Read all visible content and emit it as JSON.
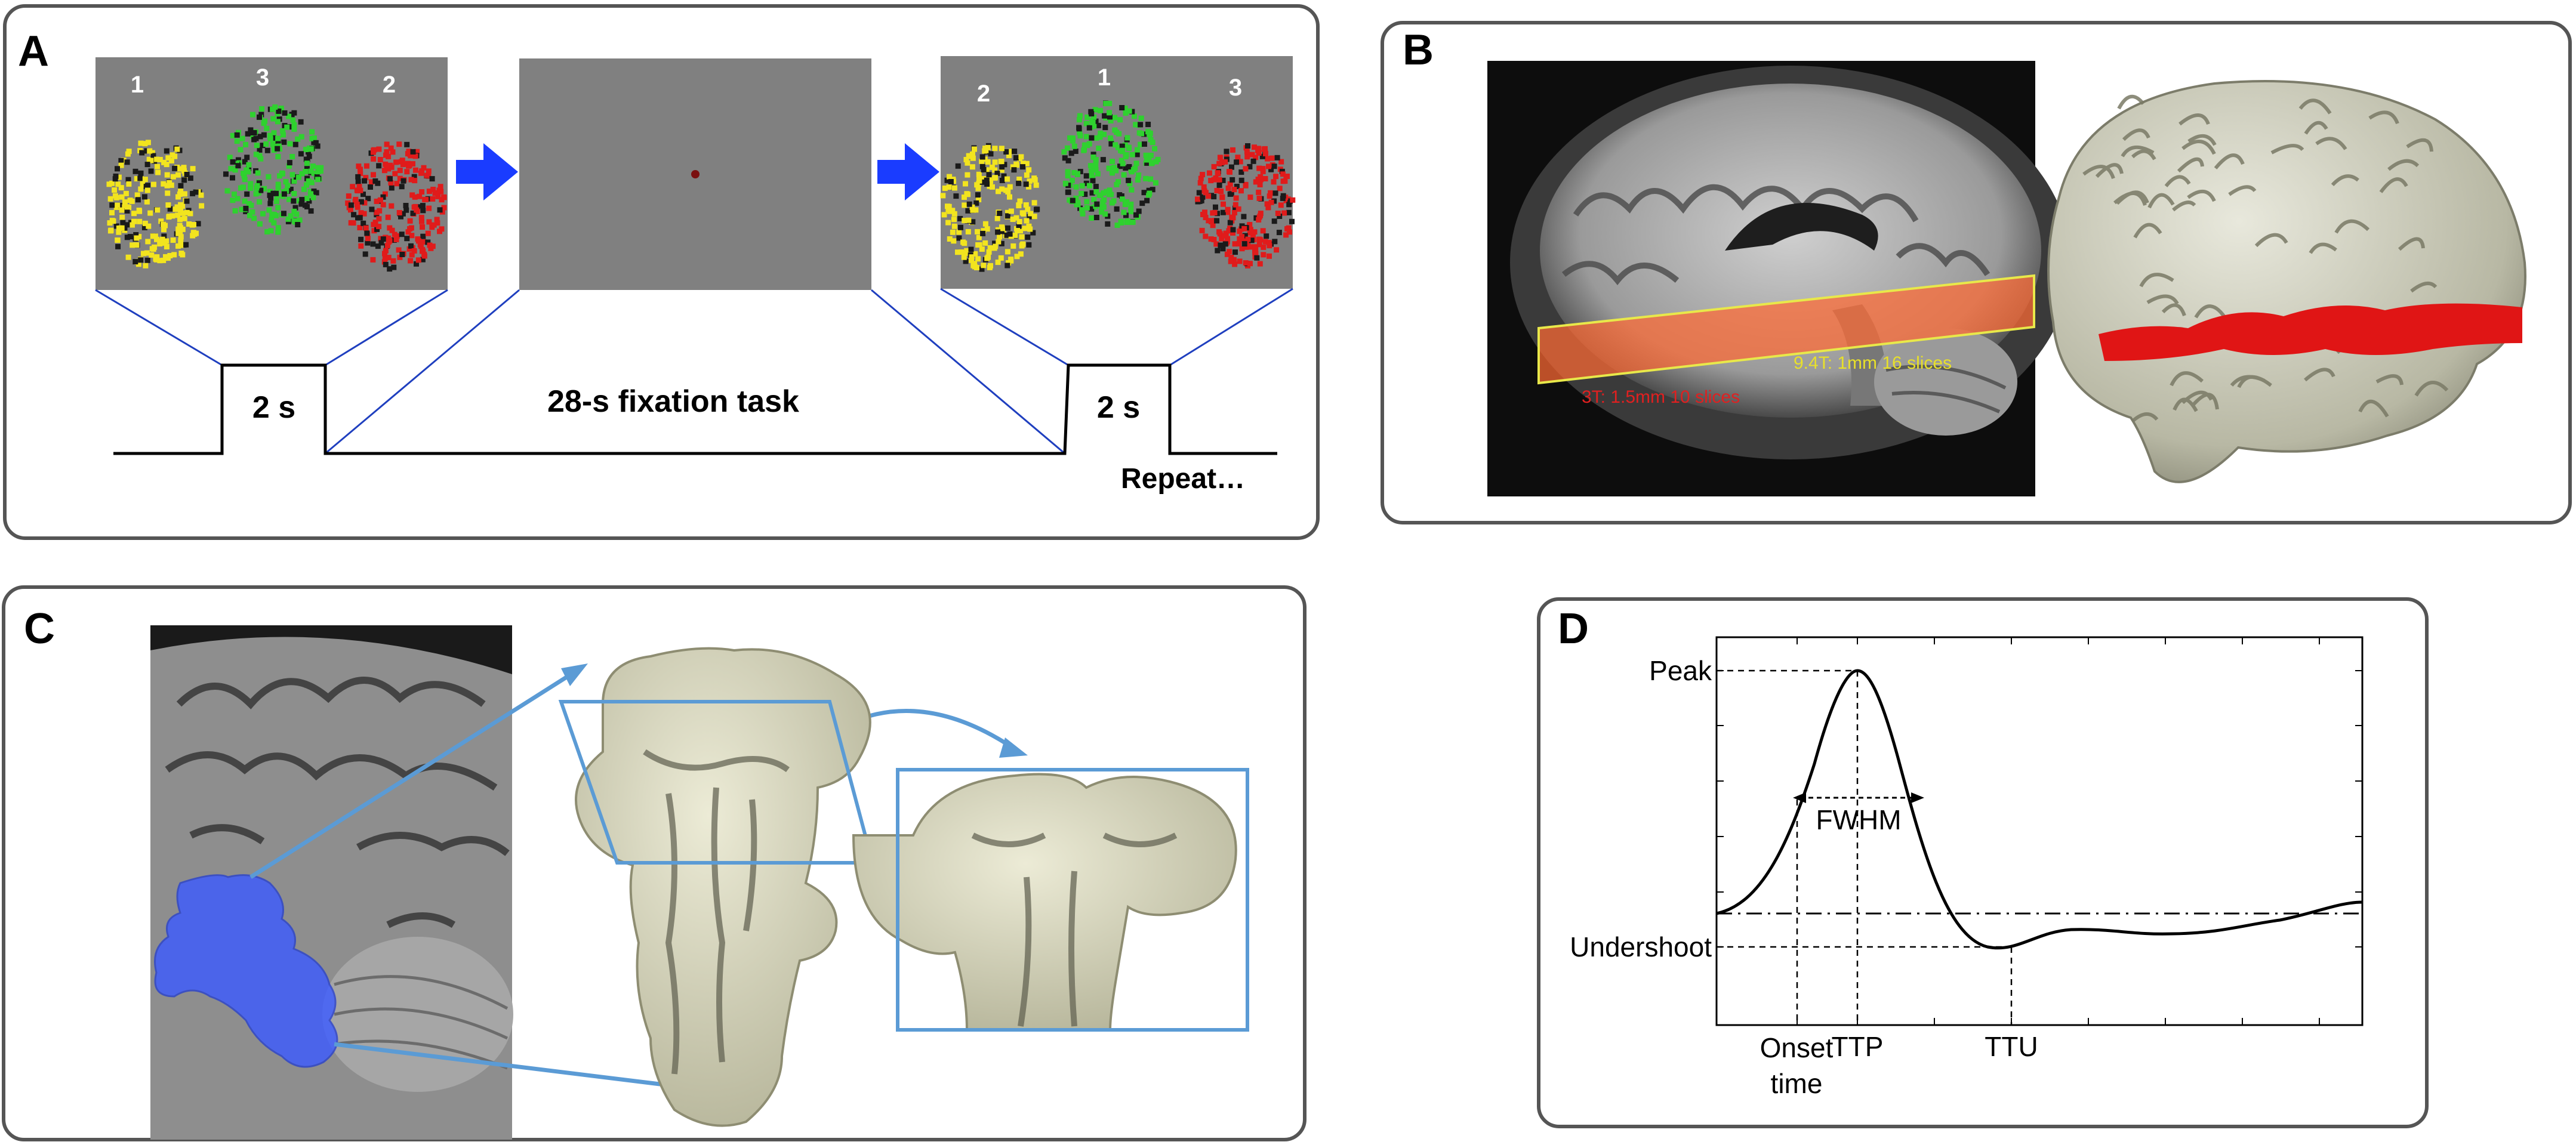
{
  "panels": {
    "a": {
      "letter": "A",
      "stimulus_numbers_first": [
        "1",
        "3",
        "2"
      ],
      "stimulus_numbers_second": [
        "2",
        "1",
        "3"
      ],
      "stim_duration_label": "2 s",
      "fixation_label": "28-s fixation task",
      "repeat_label": "Repeat…",
      "dot_colors": {
        "yellow": "#f2e41f",
        "green": "#2fd12f",
        "red": "#e01b1b",
        "black": "#1a1a1a"
      },
      "arrow_color": "#1a3cff",
      "screen_color": "#808080"
    },
    "b": {
      "letter": "B",
      "label_9_4t": "9.4T: 1mm  16 slices",
      "label_3t": "3T: 1.5mm  10 slices",
      "band_color": "#ff6a33",
      "surface_highlight_color": "#e01515"
    },
    "c": {
      "letter": "C",
      "roi_color": "#3d5cff",
      "arrow_color": "#5b9bd5"
    },
    "d": {
      "letter": "D",
      "y_labels": {
        "peak": "Peak",
        "undershoot": "Undershoot"
      },
      "x_labels": {
        "onset": "Onset",
        "onset2": "time",
        "ttp": "TTP",
        "ttu": "TTU"
      },
      "fwhm_label": "FWHM"
    }
  }
}
